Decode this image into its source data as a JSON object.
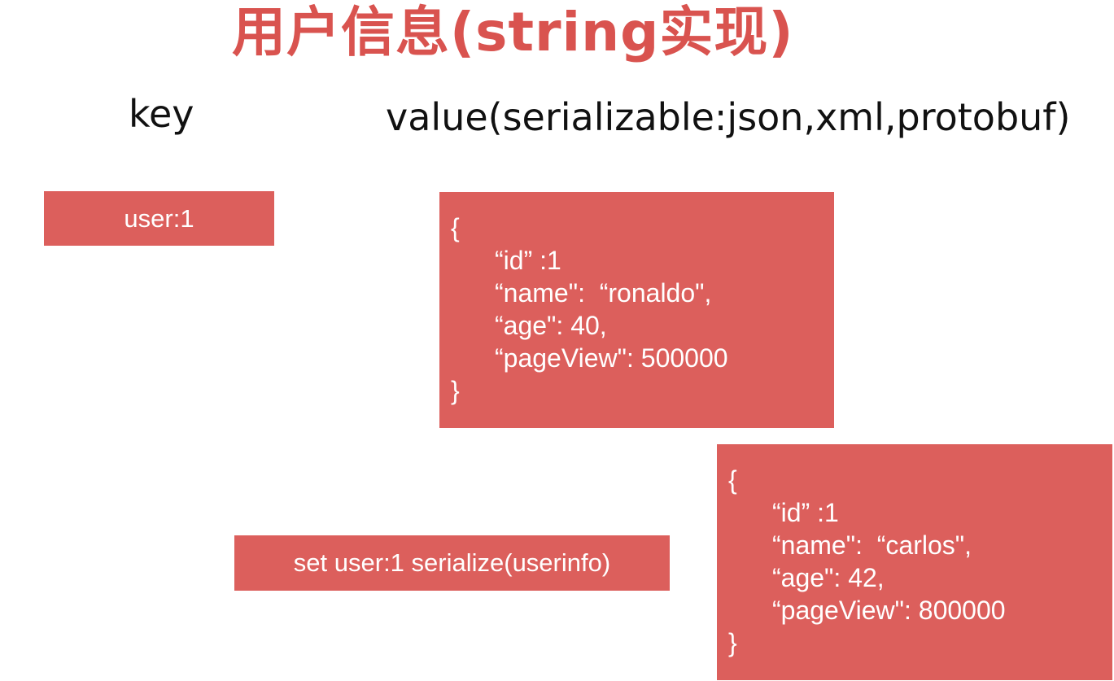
{
  "title": "用户信息(string实现)",
  "labels": {
    "key": "key",
    "value": "value(serializable:json,xml,protobuf)"
  },
  "key_box": {
    "text": "user:1"
  },
  "command_box": {
    "text": "set user:1 serialize(userinfo)"
  },
  "json_1": {
    "open": "{",
    "lines": [
      "“id” :1",
      "“name\":  “ronaldo\",",
      "“age\": 40,",
      "“pageView\": 500000"
    ],
    "close": "}"
  },
  "json_2": {
    "open": "{",
    "lines": [
      "“id” :1",
      "“name\":  “carlos\",",
      "“age\": 42,",
      "“pageView\": 800000"
    ],
    "close": "}"
  },
  "colors": {
    "title": "#d9534f",
    "box_fill": "#dc5f5c",
    "box_text": "#ffffff"
  }
}
